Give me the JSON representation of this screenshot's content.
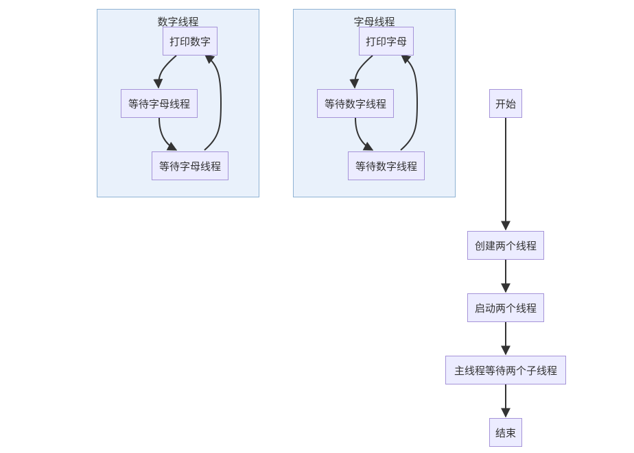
{
  "clusters": {
    "digit": {
      "title": "数字线程"
    },
    "letter": {
      "title": "字母线程"
    }
  },
  "nodes": {
    "print_digit": "打印数字",
    "digit_wait_a": "等待字母线程",
    "digit_wait_b": "等待字母线程",
    "print_letter": "打印字母",
    "letter_wait_a": "等待数字线程",
    "letter_wait_b": "等待数字线程",
    "start": "开始",
    "create": "创建两个线程",
    "launch": "启动两个线程",
    "main_wait": "主线程等待两个子线程",
    "end": "结束"
  },
  "colors": {
    "node_fill": "#ececff",
    "node_border": "#a593d8",
    "cluster_fill": "#e9f1fb",
    "cluster_border": "#8fb2d3",
    "edge": "#333333"
  }
}
